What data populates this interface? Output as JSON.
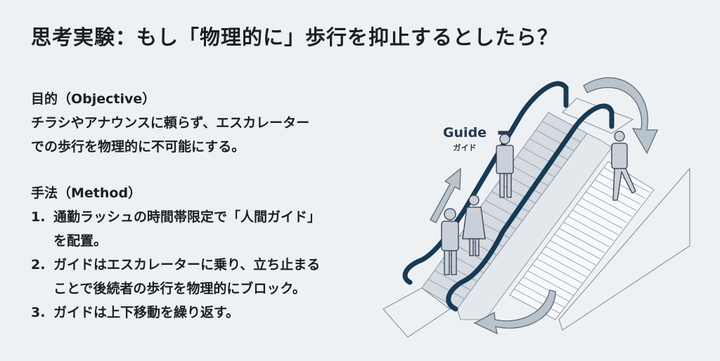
{
  "title": "思考実験：もし「物理的に」歩行を抑止するとしたら？",
  "objective": {
    "heading": "目的（Objective）",
    "lines": [
      "チラシやアナウンスに頼らず、エスカレーター",
      "での歩行を物理的に不可能にする。"
    ]
  },
  "method": {
    "heading": "手法（Method）",
    "items": [
      {
        "num": "1.",
        "lines": [
          "通勤ラッシュの時間帯限定で「人間ガイド」",
          "を配置。"
        ]
      },
      {
        "num": "2.",
        "lines": [
          "ガイドはエスカレーターに乗り、立ち止まる",
          "ことで後続者の歩行を物理的にブロック。"
        ]
      },
      {
        "num": "3.",
        "lines": [
          "ガイドは上下移動を繰り返す。"
        ]
      }
    ]
  },
  "illustration": {
    "guide_label_en": "Guide",
    "guide_label_ja": "ガイド",
    "colors": {
      "handrail": "#173a55",
      "arrow_fill": "#b9c3cc",
      "arrow_stroke": "#5b6b79",
      "line": "#8a96a2"
    }
  }
}
